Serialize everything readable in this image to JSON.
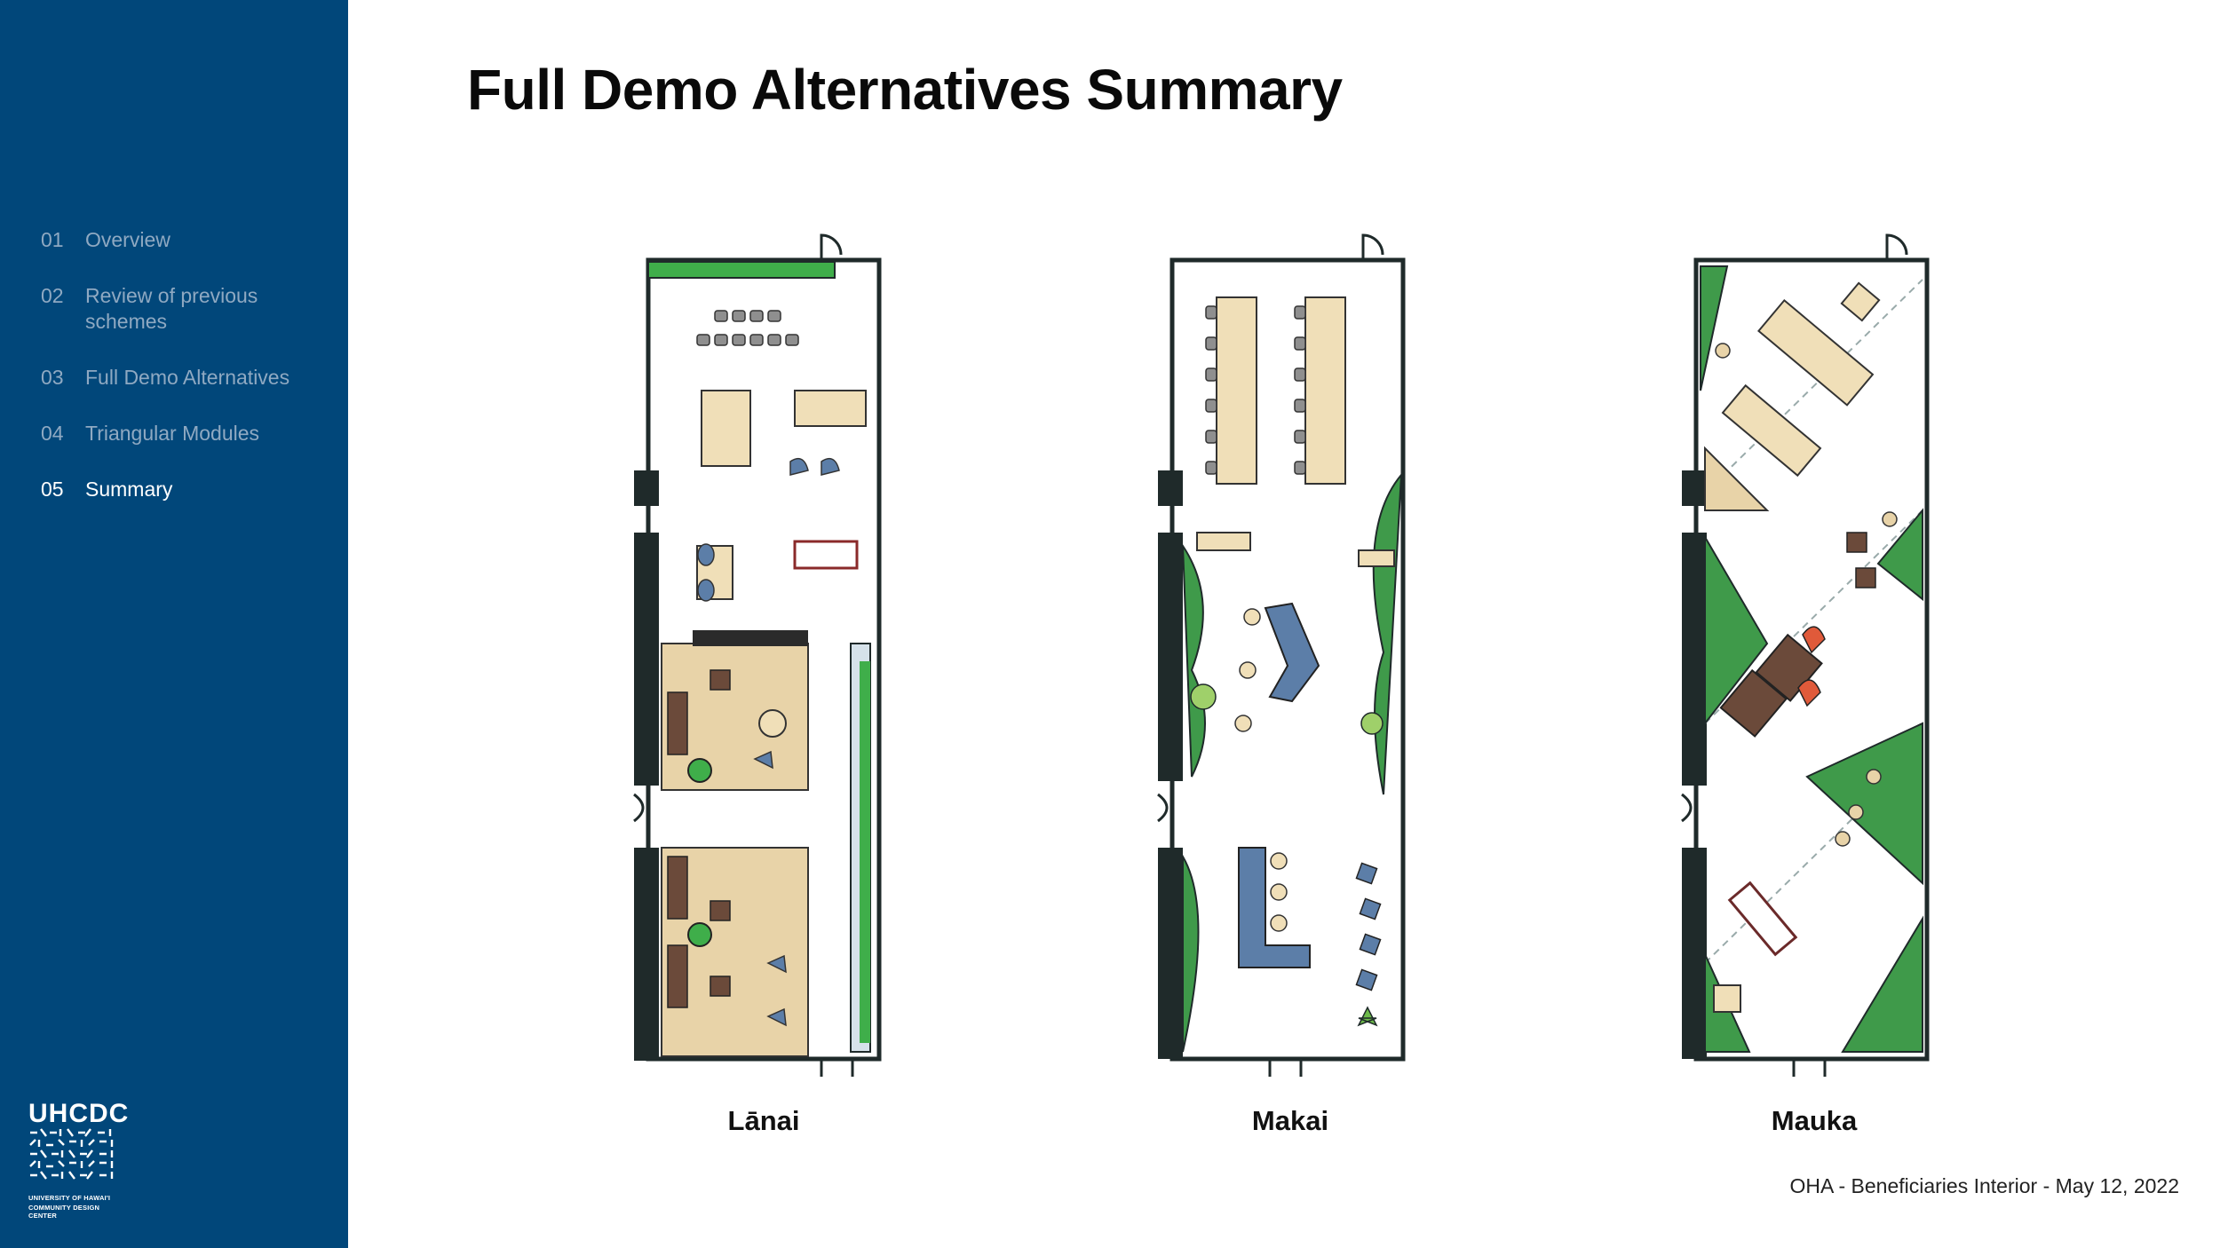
{
  "nav": {
    "items": [
      {
        "num": "01",
        "label": "Overview"
      },
      {
        "num": "02",
        "label": "Review of previous schemes"
      },
      {
        "num": "03",
        "label": "Full Demo Alternatives"
      },
      {
        "num": "04",
        "label": "Triangular Modules"
      },
      {
        "num": "05",
        "label": "Summary"
      }
    ],
    "active_index": 4
  },
  "logo": {
    "wordmark": "UHCDC",
    "caption_line1": "UNIVERSITY OF HAWAI'I",
    "caption_line2": "COMMUNITY DESIGN CENTER"
  },
  "page": {
    "title": "Full Demo Alternatives Summary",
    "footer": "OHA - Beneficiaries Interior - May 12, 2022"
  },
  "plans": [
    {
      "label": "Lānai"
    },
    {
      "label": "Makai"
    },
    {
      "label": "Mauka"
    }
  ],
  "colors": {
    "sidebar": "#01477a",
    "wall": "#1f2a2a",
    "wood": "#e8d3a8",
    "plant": "#3f9a4a",
    "seat_blue": "#5c7ea8",
    "seat_brown": "#6b4a3a"
  }
}
